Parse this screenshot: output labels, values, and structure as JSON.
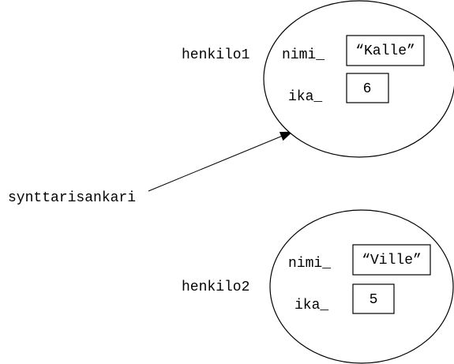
{
  "reference": {
    "label": "synttarisankari",
    "target": "henkilo1"
  },
  "objects": [
    {
      "name": "henkilo1",
      "fields": [
        {
          "label": "nimi_",
          "value": "“Kalle”"
        },
        {
          "label": "ika_",
          "value": "6"
        }
      ]
    },
    {
      "name": "henkilo2",
      "fields": [
        {
          "label": "nimi_",
          "value": "“Ville”"
        },
        {
          "label": "ika_",
          "value": "5"
        }
      ]
    }
  ]
}
